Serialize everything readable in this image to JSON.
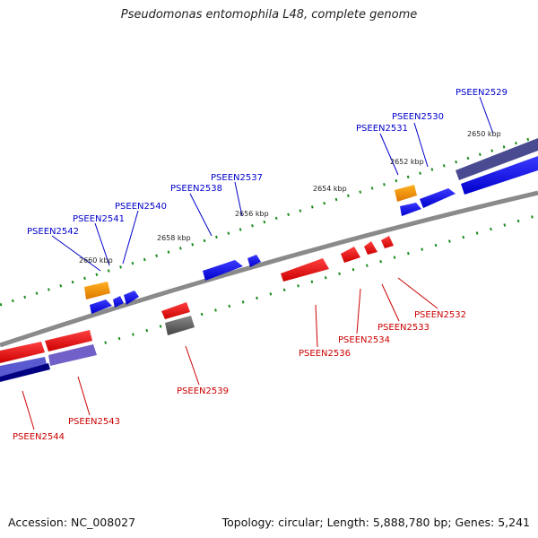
{
  "title": "Pseudomonas entomophila L48, complete genome",
  "footer": {
    "accession": "Accession: NC_008027",
    "summary": "Topology: circular; Length: 5,888,780 bp; Genes: 5,241"
  },
  "colors": {
    "forward_gene": "#0000ff",
    "reverse_gene": "#ff0000",
    "rna_gene": "#ff9900",
    "pseudo_gene": "#666666",
    "backbone": "#8a8a8a",
    "tick": "#1a8a1a",
    "label_forward": "#0000cc",
    "label_reverse": "#cc0000"
  },
  "coordinate_labels": [
    "2650 kbp",
    "2652 kbp",
    "2654 kbp",
    "2656 kbp",
    "2658 kbp",
    "2660 kbp"
  ],
  "forward_gene_labels": [
    "PSEEN2529",
    "PSEEN2530",
    "PSEEN2531",
    "PSEEN2537",
    "PSEEN2538",
    "PSEEN2540",
    "PSEEN2541",
    "PSEEN2542"
  ],
  "reverse_gene_labels": [
    "PSEEN2532",
    "PSEEN2533",
    "PSEEN2534",
    "PSEEN2536",
    "PSEEN2539",
    "PSEEN2543",
    "PSEEN2544"
  ]
}
